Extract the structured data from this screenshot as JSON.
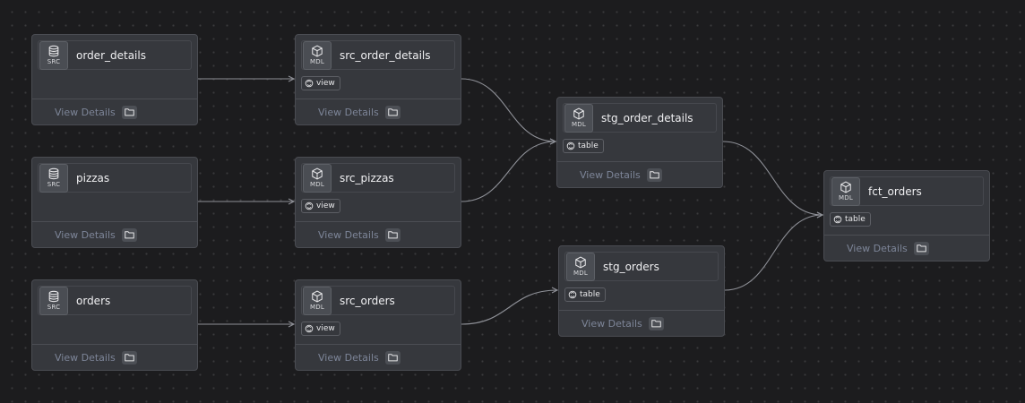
{
  "colors": {
    "canvas": "#1c1c1e",
    "node_background": "#36383d",
    "edge": "#8e9097",
    "view_details_text": "#7d8598"
  },
  "icons": {
    "source": "database-icon",
    "model": "cube-icon",
    "materialization": "cycle-icon",
    "details": "folder-icon"
  },
  "view_details_label": "View Details",
  "nodes": [
    {
      "id": "order_details",
      "name": "order_details",
      "type_label": "SRC"
    },
    {
      "id": "src_order_details",
      "name": "src_order_details",
      "type_label": "MDL",
      "materialization": "view"
    },
    {
      "id": "stg_order_details",
      "name": "stg_order_details",
      "type_label": "MDL",
      "materialization": "table"
    },
    {
      "id": "pizzas",
      "name": "pizzas",
      "type_label": "SRC"
    },
    {
      "id": "src_pizzas",
      "name": "src_pizzas",
      "type_label": "MDL",
      "materialization": "view"
    },
    {
      "id": "fct_orders",
      "name": "fct_orders",
      "type_label": "MDL",
      "materialization": "table"
    },
    {
      "id": "orders",
      "name": "orders",
      "type_label": "SRC"
    },
    {
      "id": "src_orders",
      "name": "src_orders",
      "type_label": "MDL",
      "materialization": "view"
    },
    {
      "id": "stg_orders",
      "name": "stg_orders",
      "type_label": "MDL",
      "materialization": "table"
    }
  ],
  "edges": [
    {
      "from": "order_details",
      "to": "src_order_details"
    },
    {
      "from": "pizzas",
      "to": "src_pizzas"
    },
    {
      "from": "orders",
      "to": "src_orders"
    },
    {
      "from": "src_order_details",
      "to": "stg_order_details"
    },
    {
      "from": "src_pizzas",
      "to": "stg_order_details"
    },
    {
      "from": "src_orders",
      "to": "stg_orders"
    },
    {
      "from": "stg_order_details",
      "to": "fct_orders"
    },
    {
      "from": "stg_orders",
      "to": "fct_orders"
    }
  ]
}
